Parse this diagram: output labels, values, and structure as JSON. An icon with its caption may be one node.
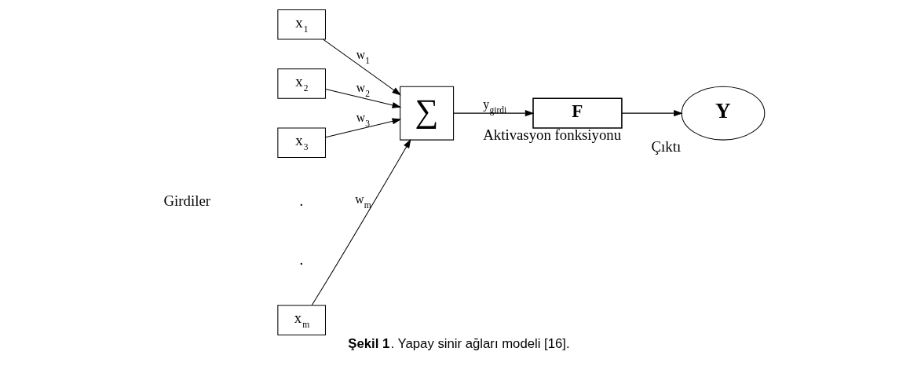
{
  "diagram": {
    "caption": "**Şekil 1**. Yapay sinir ağları modeli [16].",
    "nodes": [
      {
        "text": [
          "x$_{1}$"
        ]
      },
      {
        "text": [
          "x$_{2}$"
        ]
      },
      {
        "text": [
          "x$_{3}$"
        ]
      },
      {
        "text": [
          "x$_{m}$"
        ]
      },
      {
        "text": [
          "∑"
        ]
      },
      {
        "text": [
          "**F**"
        ],
        "beside": [
          "Aktivasyon fonksiyonu"
        ]
      },
      {
        "text": [
          "**Y**"
        ],
        "beside": [
          "Çıktı"
        ]
      }
    ],
    "edges": [
      {
        "from": 0,
        "to": 4,
        "arrow": "to",
        "label": "w$_{1}$"
      },
      {
        "from": 1,
        "to": 4,
        "arrow": "to",
        "label": "w$_{2}$"
      },
      {
        "from": 2,
        "to": 4,
        "arrow": "to",
        "label": "w$_{3}$"
      },
      {
        "from": 3,
        "to": 4,
        "arrow": "to",
        "label": "w$_{m}$"
      },
      {
        "from": 4,
        "to": 5,
        "arrow": "to",
        "label": "y$_{girdi}$"
      },
      {
        "from": 5,
        "to": 6,
        "arrow": "to"
      }
    ],
    "labels": [
      "Girdiler",
      ".",
      "."
    ]
  }
}
